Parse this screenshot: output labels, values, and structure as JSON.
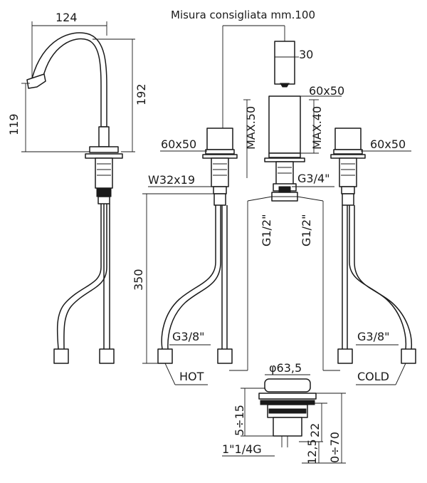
{
  "labels": {
    "recommended": "Misura consigliata mm.100",
    "spout_width": "124",
    "spout_height": "192",
    "spout_outlet_height": "119",
    "spout_diameter": "30",
    "spout_base": "60x50",
    "max50": "MAX.50",
    "max40": "MAX.40",
    "handle_left": "60x50",
    "handle_right": "60x50",
    "thread_w": "W32x19",
    "thread_g34": "G3/4\"",
    "g12_left": "G1/2\"",
    "g12_right": "G1/2\"",
    "hose_length": "350",
    "g38_left": "G3/8\"",
    "g38_right": "G3/8\"",
    "hot": "HOT",
    "cold": "COLD",
    "waste_diameter": "φ63,5",
    "waste_range": "5÷15",
    "waste_22": "22",
    "waste_070": "0÷70",
    "waste_125": "12,5",
    "waste_thread": "1\"1/4G"
  }
}
